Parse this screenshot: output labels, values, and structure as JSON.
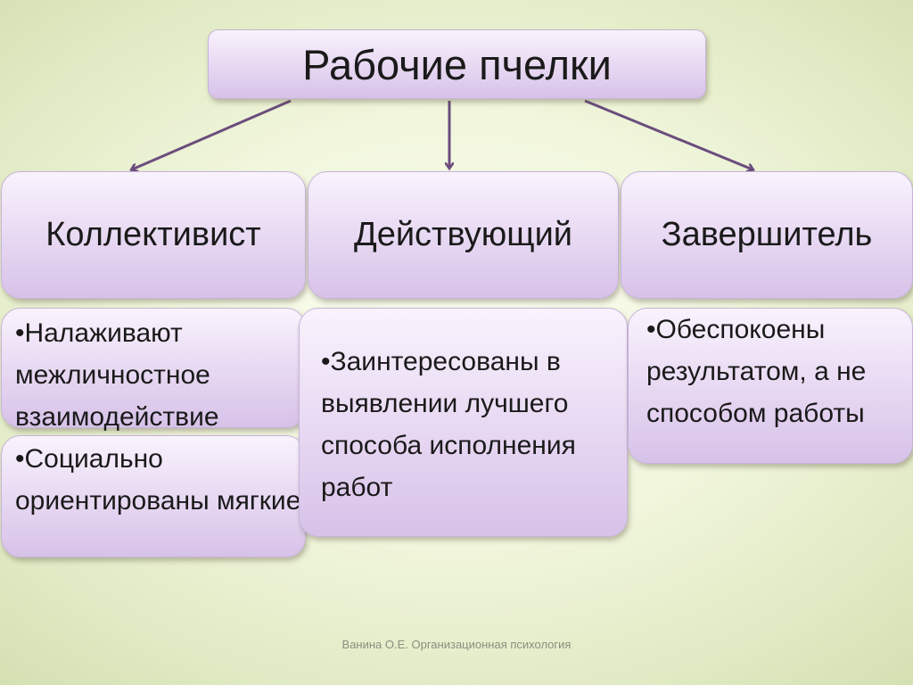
{
  "title": "Рабочие пчелки",
  "categories": [
    {
      "label": "Коллективист"
    },
    {
      "label": "Действующий"
    },
    {
      "label": "Завершитель"
    }
  ],
  "notes": [
    "•Налаживают межличностное взаимодействие",
    "•Социально ориентированы мягкие",
    "•Заинтересованы в выявлении лучшего способа исполнения работ",
    "•Обеспокоены результатом, а не способом работы"
  ],
  "footer": "Ванина О.Е. Организационная психология",
  "colors": {
    "box_fill_top": "#f9f3fd",
    "box_fill_bottom": "#d7c2e8",
    "box_border": "#c7b3d9",
    "arrow": "#6b4d7d",
    "background": "#f1f6dc"
  }
}
